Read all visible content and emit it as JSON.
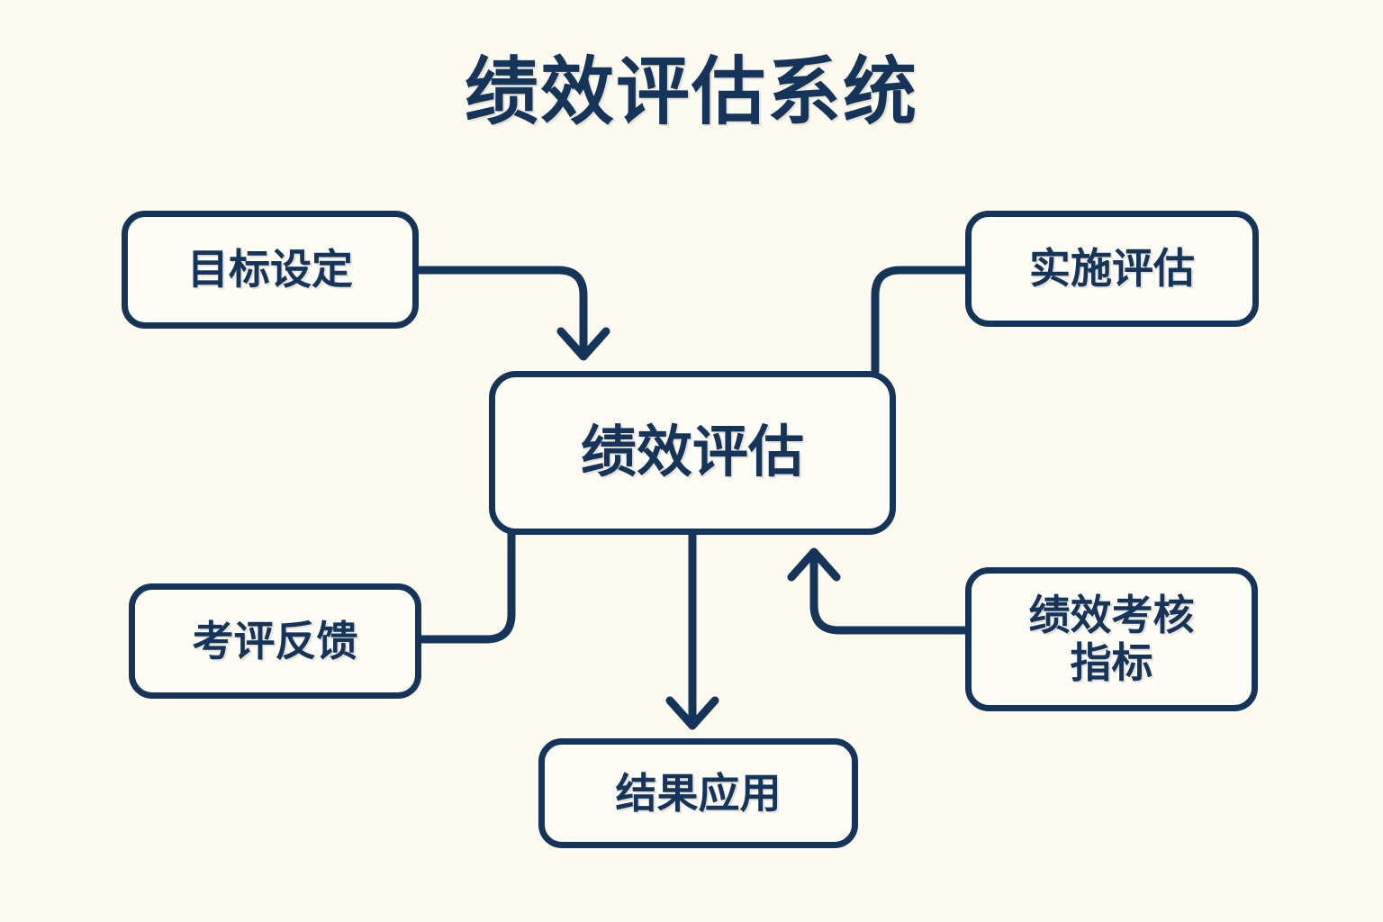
{
  "page": {
    "background_color": "#fdfbef",
    "accent_color": "#14345a",
    "box_fill_color": "#fefdf5"
  },
  "header": {
    "title": "绩效评估系统"
  },
  "diagram": {
    "type": "flowchart",
    "nodes": [
      {
        "id": "goal",
        "label": "目标设定",
        "role": "input-stage"
      },
      {
        "id": "impl",
        "label": "实施评估",
        "role": "input-stage"
      },
      {
        "id": "core",
        "label": "绩效评估",
        "role": "central-process"
      },
      {
        "id": "feed",
        "label": "考评反馈",
        "role": "input-stage"
      },
      {
        "id": "kpi",
        "label": "绩效考核指标",
        "role": "input-stage",
        "line1": "绩效考核",
        "line2": "指标"
      },
      {
        "id": "result",
        "label": "结果应用",
        "role": "output-stage"
      }
    ],
    "edges": [
      {
        "from": "goal",
        "to": "core",
        "arrowhead": true,
        "direction": "down"
      },
      {
        "from": "impl",
        "to": "core",
        "arrowhead": false,
        "direction": "down"
      },
      {
        "from": "feed",
        "to": "core",
        "arrowhead": false,
        "direction": "up"
      },
      {
        "from": "kpi",
        "to": "core",
        "arrowhead": true,
        "direction": "up"
      },
      {
        "from": "core",
        "to": "result",
        "arrowhead": true,
        "direction": "down"
      }
    ]
  }
}
